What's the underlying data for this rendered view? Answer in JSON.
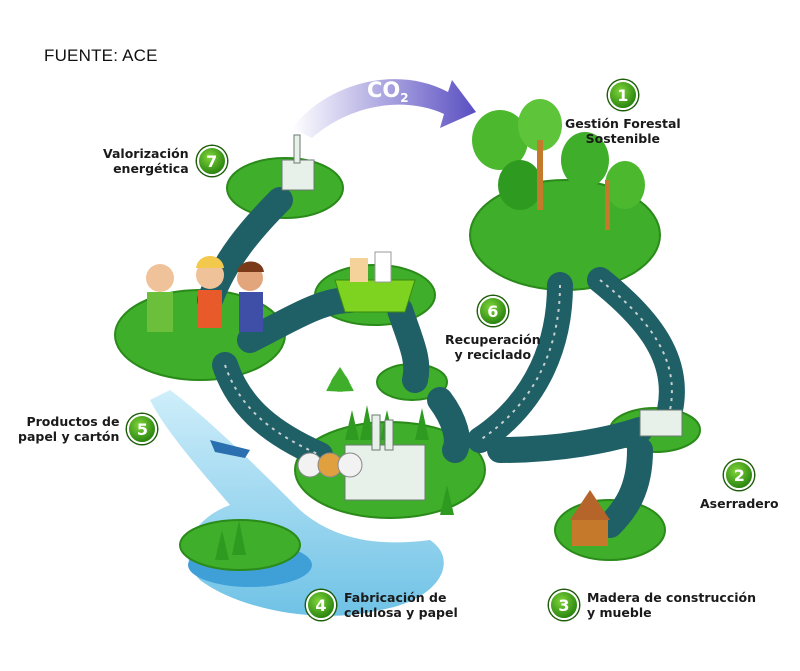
{
  "source": "FUENTE: ACE",
  "arrow_label": "CO",
  "arrow_label_sub": "2",
  "steps": [
    {
      "number": "1",
      "line1": "Gestión Forestal",
      "line2": "Sostenible"
    },
    {
      "number": "2",
      "line1": "Aserradero",
      "line2": ""
    },
    {
      "number": "3",
      "line1": "Madera de construcción",
      "line2": "y mueble"
    },
    {
      "number": "4",
      "line1": "Fabricación de",
      "line2": "celulosa y papel"
    },
    {
      "number": "5",
      "line1": "Productos de",
      "line2": "papel y cartón"
    },
    {
      "number": "6",
      "line1": "Recuperación",
      "line2": "y reciclado"
    },
    {
      "number": "7",
      "line1": "Valorización",
      "line2": "energética"
    }
  ],
  "colors": {
    "grass": "#3fae2a",
    "track": "#1f5f66",
    "water": "#9fd7ee",
    "badge": "#2f8a12",
    "arrow": "#6b63c8"
  },
  "icons": [
    "recycle-icon",
    "co2-arrow-icon"
  ]
}
